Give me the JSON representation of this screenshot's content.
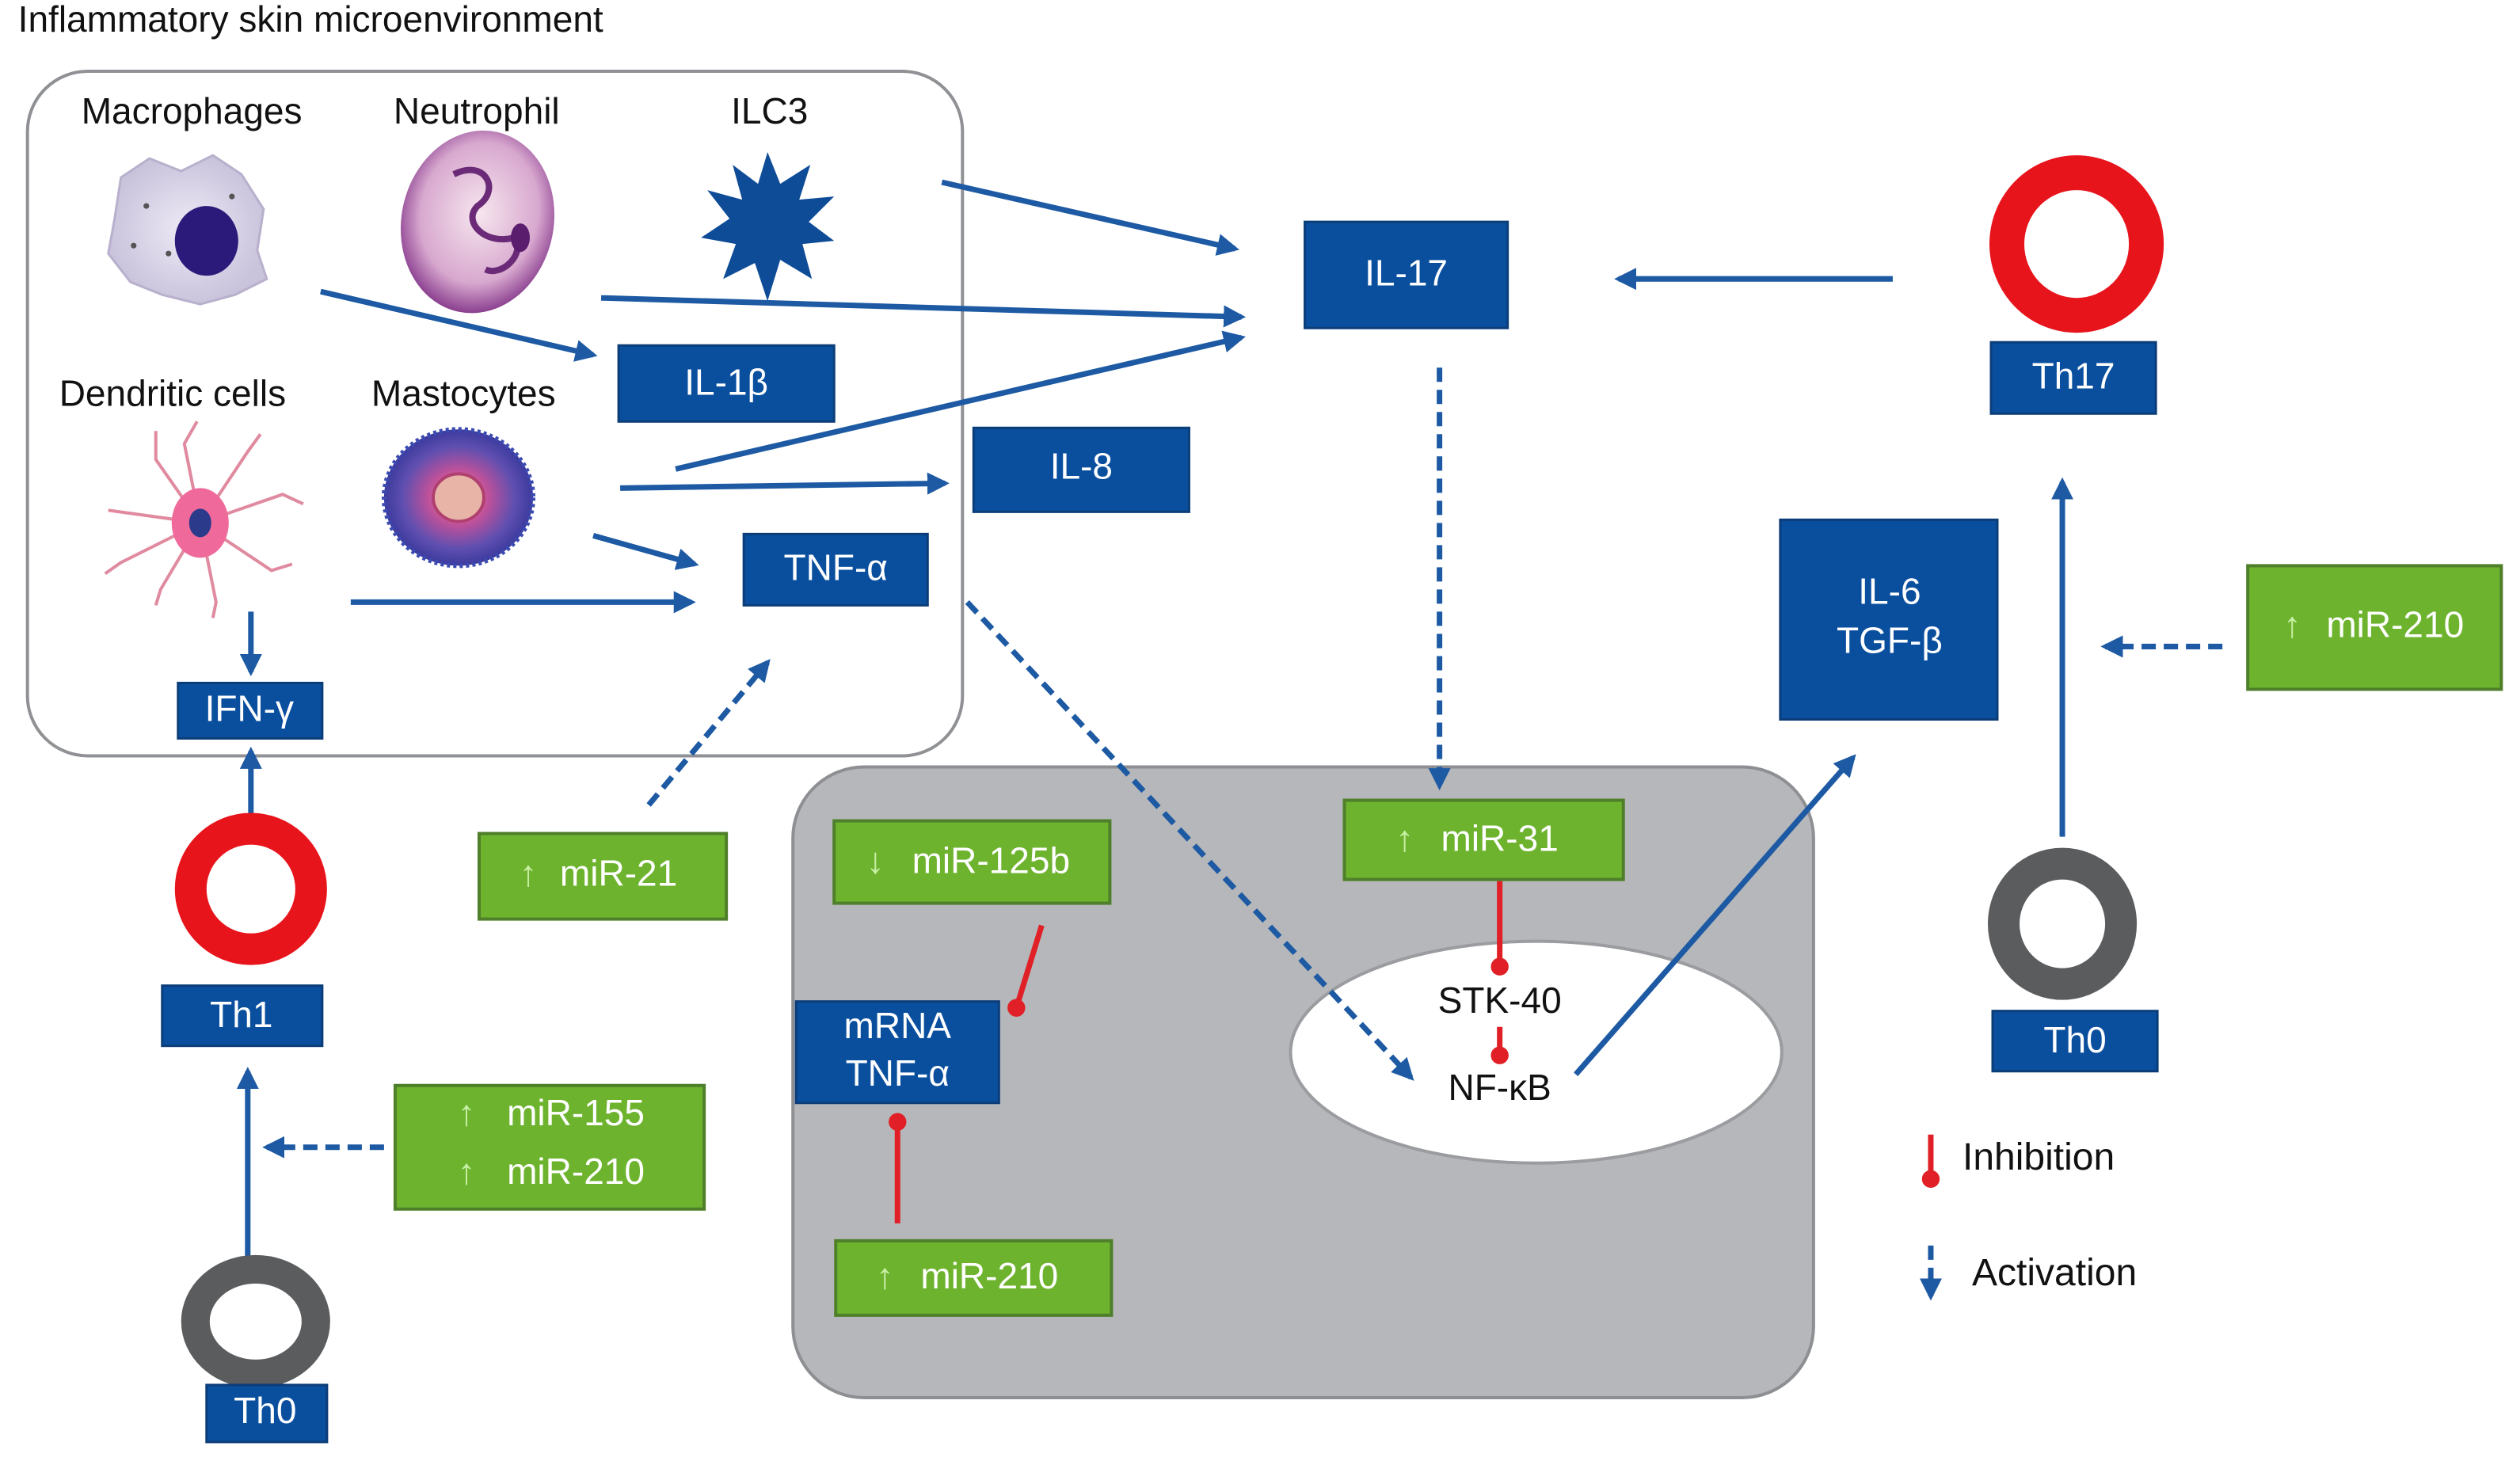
{
  "title": "Inflammatory skin microenvironment",
  "colors": {
    "cytokine_box": "#0a4f9e",
    "mirna_box": "#6db32e",
    "activation": "#1d5aa3",
    "inhibition": "#e02026",
    "th_active_ring": "#e8141c",
    "th0_ring": "#5a5c5e",
    "cell_panel": "#b5b7ba"
  },
  "cells": {
    "macrophages": "Macrophages",
    "neutrophil": "Neutrophil",
    "ilc3": "ILC3",
    "dendritic": "Dendritic cells",
    "mastocytes": "Mastocytes"
  },
  "cytokines": {
    "il1b": "IL-1β",
    "il17": "IL-17",
    "il8": "IL-8",
    "tnfa": "TNF-α",
    "ifng": "IFN-γ",
    "il6_line1": "IL-6",
    "il6_line2": "TGF-β",
    "mrna_line1": "mRNA",
    "mrna_line2": "TNF-α"
  },
  "tcells": {
    "th17": "Th17",
    "th1": "Th1",
    "th0_right": "Th0",
    "th0_left": "Th0"
  },
  "mirnas": {
    "mir21": {
      "direction": "up",
      "label": "miR-21"
    },
    "mir125b": {
      "direction": "down",
      "label": "miR-125b"
    },
    "mir31": {
      "direction": "up",
      "label": "miR-31"
    },
    "mir210_cell": {
      "direction": "up",
      "label": "miR-210"
    },
    "mir210_right": {
      "direction": "up",
      "label": "miR-210"
    },
    "mir155": {
      "direction": "up",
      "label": "miR-155"
    },
    "mir210_left": {
      "direction": "up",
      "label": "miR-210"
    }
  },
  "nucleus": {
    "stk40": "STK-40",
    "nfkb": "NF-κB"
  },
  "legend": {
    "inhibition": "Inhibition",
    "activation": "Activation"
  }
}
